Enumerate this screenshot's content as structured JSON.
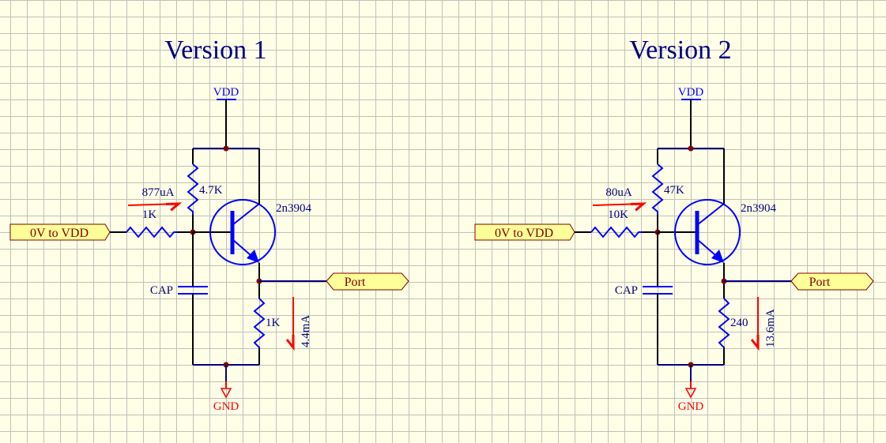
{
  "colors": {
    "background": "#ffffe8",
    "grid": "#c0c0b8",
    "wire": "#000080",
    "component": "#0000ff",
    "junction": "#800000",
    "ground": "#ff0000",
    "port_fill": "#ffff99",
    "port_text": "#800000",
    "current_arrow": "#ff0000"
  },
  "circuits": [
    {
      "title": "Version 1",
      "power_label": "VDD",
      "ground_label": "GND",
      "input_port": "0V to VDD",
      "output_port": "Port",
      "base_resistor": "1K",
      "pullup_resistor": "4.7K",
      "base_current": "877uA",
      "transistor": "2n3904",
      "capacitor": "CAP",
      "emitter_resistor": "1K",
      "emitter_current": "4.4mA"
    },
    {
      "title": "Version 2",
      "power_label": "VDD",
      "ground_label": "GND",
      "input_port": "0V to VDD",
      "output_port": "Port",
      "base_resistor": "10K",
      "pullup_resistor": "47K",
      "base_current": "80uA",
      "transistor": "2n3904",
      "capacitor": "CAP",
      "emitter_resistor": "240",
      "emitter_current": "13.6mA"
    }
  ]
}
